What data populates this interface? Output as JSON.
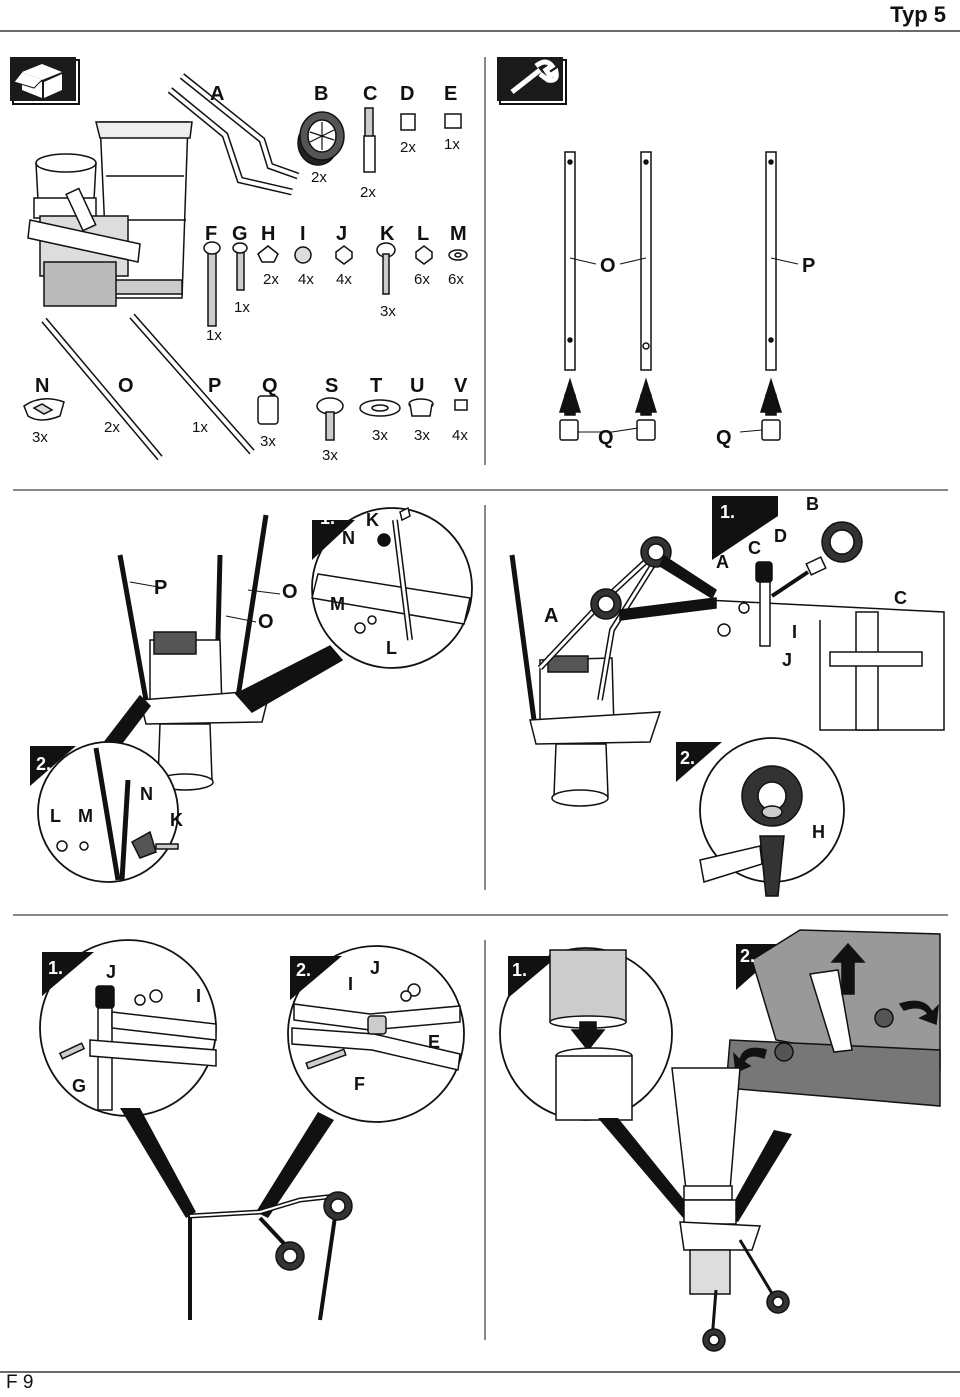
{
  "header": {
    "title": "Typ 5"
  },
  "footer": {
    "page": "F 9"
  },
  "parts_top": [
    {
      "letter": "A",
      "qty": ""
    },
    {
      "letter": "B",
      "qty": "2x"
    },
    {
      "letter": "C",
      "qty": "2x"
    },
    {
      "letter": "D",
      "qty": "2x"
    },
    {
      "letter": "E",
      "qty": "1x"
    }
  ],
  "parts_mid": [
    {
      "letter": "F",
      "qty": "1x"
    },
    {
      "letter": "G",
      "qty": "1x"
    },
    {
      "letter": "H",
      "qty": "2x"
    },
    {
      "letter": "I",
      "qty": "4x"
    },
    {
      "letter": "J",
      "qty": "4x"
    },
    {
      "letter": "K",
      "qty": "3x"
    },
    {
      "letter": "L",
      "qty": "6x"
    },
    {
      "letter": "M",
      "qty": "6x"
    }
  ],
  "parts_bottom": [
    {
      "letter": "N",
      "qty": "3x"
    },
    {
      "letter": "O",
      "qty": "2x"
    },
    {
      "letter": "P",
      "qty": "1x"
    },
    {
      "letter": "Q",
      "qty": "3x"
    },
    {
      "letter": "S",
      "qty": "3x"
    },
    {
      "letter": "T",
      "qty": "3x"
    },
    {
      "letter": "U",
      "qty": "3x"
    },
    {
      "letter": "V",
      "qty": "4x"
    }
  ],
  "legs_panel": {
    "label_o": "O",
    "label_p": "P",
    "label_q1": "Q",
    "label_q2": "Q"
  },
  "step_labels": {
    "one": "1.",
    "two": "2."
  },
  "panel_legs": {
    "p": "P",
    "o1": "O",
    "o2": "O",
    "detail1": {
      "n": "N",
      "k": "K",
      "m": "M",
      "l": "L"
    },
    "detail2": {
      "l": "L",
      "m": "M",
      "n": "N",
      "k": "K"
    }
  },
  "panel_wheels": {
    "a": "A",
    "detail1": {
      "a": "A",
      "b": "B",
      "c": "C",
      "d": "D",
      "i": "I",
      "j": "J",
      "c2": "C"
    },
    "detail2": {
      "h": "H"
    }
  },
  "panel_handle": {
    "detail1": {
      "j": "J",
      "i": "I",
      "g": "G"
    },
    "detail2": {
      "j": "J",
      "i": "I",
      "e": "E",
      "f": "F"
    }
  }
}
